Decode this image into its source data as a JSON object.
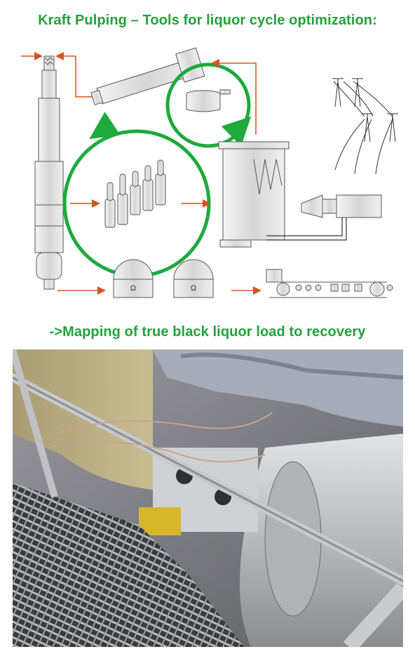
{
  "header": {
    "title": "Kraft Pulping – Tools for liquor cycle optimization:"
  },
  "section": {
    "subtitle": "->Mapping of true black liquor load to recovery"
  },
  "colors": {
    "title_green": "#21a33a",
    "cycle_green": "#1eaa3c",
    "arrow_orange": "#d9531e",
    "equipment_gray": "#e4e4e4",
    "equipment_stroke": "#555555"
  },
  "icons": {
    "digester": "tall-vertical-vessel-icon",
    "conveyor": "inclined-conveyor-icon",
    "washer": "cup-shaped-washer-icon",
    "evaporators": "evaporator-bank-icon",
    "tank": "storage-tank-icon",
    "power_lines": "transmission-tower-icon",
    "turbine": "turbine-generator-icon",
    "drums": "drum-filter-icon",
    "paper_machine": "paper-machine-rolls-icon"
  },
  "photo": {
    "description_icon": "plant-piping-photo"
  }
}
